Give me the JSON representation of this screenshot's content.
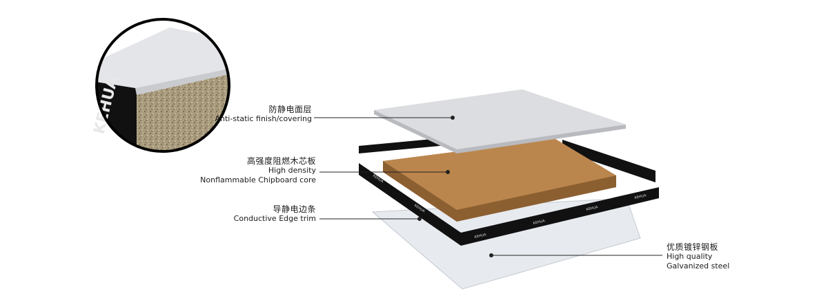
{
  "labels": {
    "finish": {
      "zh": "防静电面层",
      "en": "Anti-static finish/covering"
    },
    "core": {
      "zh": "高强度阻燃木芯板",
      "en1": "High density",
      "en2": "Nonflammable Chipboard core"
    },
    "trim": {
      "zh": "导静电边条",
      "en": "Conductive Edge trim"
    },
    "steel": {
      "zh": "优质镀锌钢板",
      "en1": "High quality",
      "en2": "Galvanized steel"
    }
  },
  "brand": {
    "logo_text": "KEHUA"
  },
  "colors": {
    "finish_top": "#dcdde0",
    "finish_edge": "#b8babf",
    "core_top": "#bb864d",
    "core_side": "#8c5f31",
    "trim": "#111111",
    "steel": "#e7eaee",
    "steel_edge": "#c5cad1",
    "line": "#222222"
  }
}
